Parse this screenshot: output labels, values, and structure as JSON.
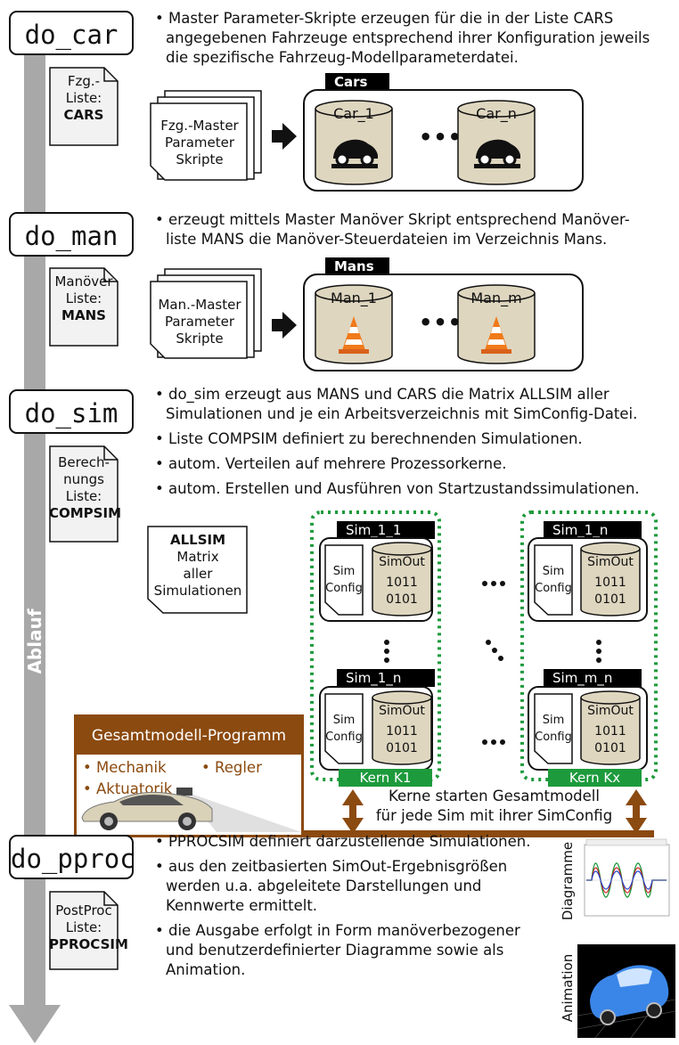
{
  "colors": {
    "axis": "#a8a8a8",
    "green": "#1d9a3c",
    "brown": "#8b4a0f",
    "cyl_fill": "#ded6bf",
    "cyl_fill_light": "#f2f2f2"
  },
  "axis_label": "Ablauf",
  "steps": {
    "car": {
      "name": "do_car",
      "list_label": [
        "Fzg.-",
        "Liste:",
        "CARS"
      ],
      "bullets": [
        "Master Parameter-Skripte erzeugen für die in der Liste CARS angegebenen Fahrzeuge entsprechend ihrer Konfiguration jeweils die spezifische Fahrzeug-Modellparameterdatei."
      ],
      "bullet_lines": [
        "Master Parameter-Skripte erzeugen für die in der Liste CARS",
        "angegebenen Fahrzeuge entsprechend ihrer Konfiguration jeweils",
        "die spezifische Fahrzeug-Modellparameterdatei."
      ],
      "script_label": [
        "Fzg.-Master",
        "Parameter",
        "Skripte"
      ],
      "folder": "Cars",
      "item_first": "Car_1",
      "item_last": "Car_n",
      "ellipsis": "•••"
    },
    "man": {
      "name": "do_man",
      "list_label": [
        "Manöver",
        "Liste:",
        "MANS"
      ],
      "bullet_lines": [
        "erzeugt mittels Master Manöver Skript entsprechend Manöver-",
        "liste MANS die Manöver-Steuerdateien im Verzeichnis Mans."
      ],
      "script_label": [
        "Man.-Master",
        "Parameter",
        "Skripte"
      ],
      "folder": "Mans",
      "item_first": "Man_1",
      "item_last": "Man_m",
      "ellipsis": "•••"
    },
    "sim": {
      "name": "do_sim",
      "list_label": [
        "Berech-",
        "nungs",
        "Liste:",
        "COMPSIM"
      ],
      "bullet_1": [
        "do_sim erzeugt aus MANS und CARS die Matrix ALLSIM aller",
        "Simulationen und je ein Arbeitsverzeichnis mit SimConfig-Datei."
      ],
      "bullet_2": "Liste COMPSIM definiert zu berechnenden Simulationen.",
      "bullet_3": "autom. Verteilen auf mehrere Prozessorkerne.",
      "bullet_4": "autom. Erstellen und Ausführen von Startzustandssimulationen.",
      "allsim_label": [
        "ALLSIM",
        "Matrix",
        "aller",
        "Simulationen"
      ],
      "sims": [
        {
          "header": "Sim_1_1",
          "config": [
            "Sim",
            "Config"
          ],
          "out": "SimOut",
          "bits": [
            "1011",
            "0101"
          ]
        },
        {
          "header": "Sim_1_n",
          "config": [
            "Sim",
            "Config"
          ],
          "out": "SimOut",
          "bits": [
            "1011",
            "0101"
          ]
        },
        {
          "header": "Sim_1_n",
          "config": [
            "Sim",
            "Config"
          ],
          "out": "SimOut",
          "bits": [
            "1011",
            "0101"
          ]
        },
        {
          "header": "Sim_m_n",
          "config": [
            "Sim",
            "Config"
          ],
          "out": "SimOut",
          "bits": [
            "1011",
            "0101"
          ]
        }
      ],
      "kern_1": "Kern K1",
      "kern_x": "Kern Kx",
      "kern_note": [
        "Kerne starten Gesamtmodell",
        "für jede Sim mit ihrer SimConfig"
      ],
      "program": {
        "title": "Gesamtmodell-Programm",
        "items": [
          "Mechanik",
          "Regler",
          "Aktuatorik"
        ]
      }
    },
    "pproc": {
      "name": "do_pproc",
      "list_label": [
        "PostProc",
        "Liste:",
        "PPROCSIM"
      ],
      "bullet_1": "PPROCSIM definiert darzustellende Simulationen.",
      "bullet_2": [
        "aus den zeitbasierten SimOut-Ergebnisgrößen",
        "werden u.a. abgeleitete Darstellungen und",
        "Kennwerte ermittelt."
      ],
      "bullet_3": [
        "die Ausgabe erfolgt in Form manöverbezogener",
        "und benutzerdefinierter Diagramme sowie als",
        "Animation."
      ],
      "thumb_diagram_label": "Diagramme",
      "thumb_animation_label": "Animation"
    }
  }
}
